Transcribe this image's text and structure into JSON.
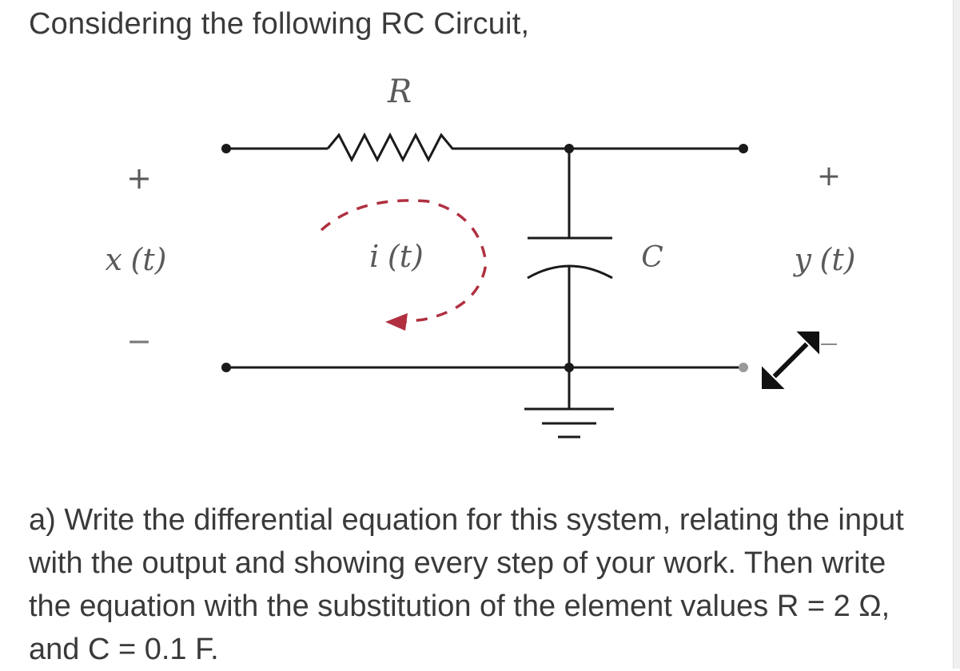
{
  "heading": "Considering the following RC Circuit,",
  "diagram": {
    "labels": {
      "resistor": "R",
      "capacitor": "C",
      "current_symbol": "i",
      "current_arg": "(t)",
      "input_symbol": "x",
      "input_arg": "(t)",
      "output_symbol": "y",
      "output_arg": "(t)",
      "plus": "+",
      "minus": "−"
    },
    "colors": {
      "wire": "#1a1a1a",
      "current_arrow": "#b03040",
      "label": "#5a5a5a",
      "resize_cursor": "#111111"
    },
    "icons": {
      "resize": "resize-diagonal-icon"
    }
  },
  "question": "a) Write the differential equation for this system, relating the input with the output and showing every step of your work. Then write the equation with the substitution of the element values R = 2 Ω, and C = 0.1 F."
}
